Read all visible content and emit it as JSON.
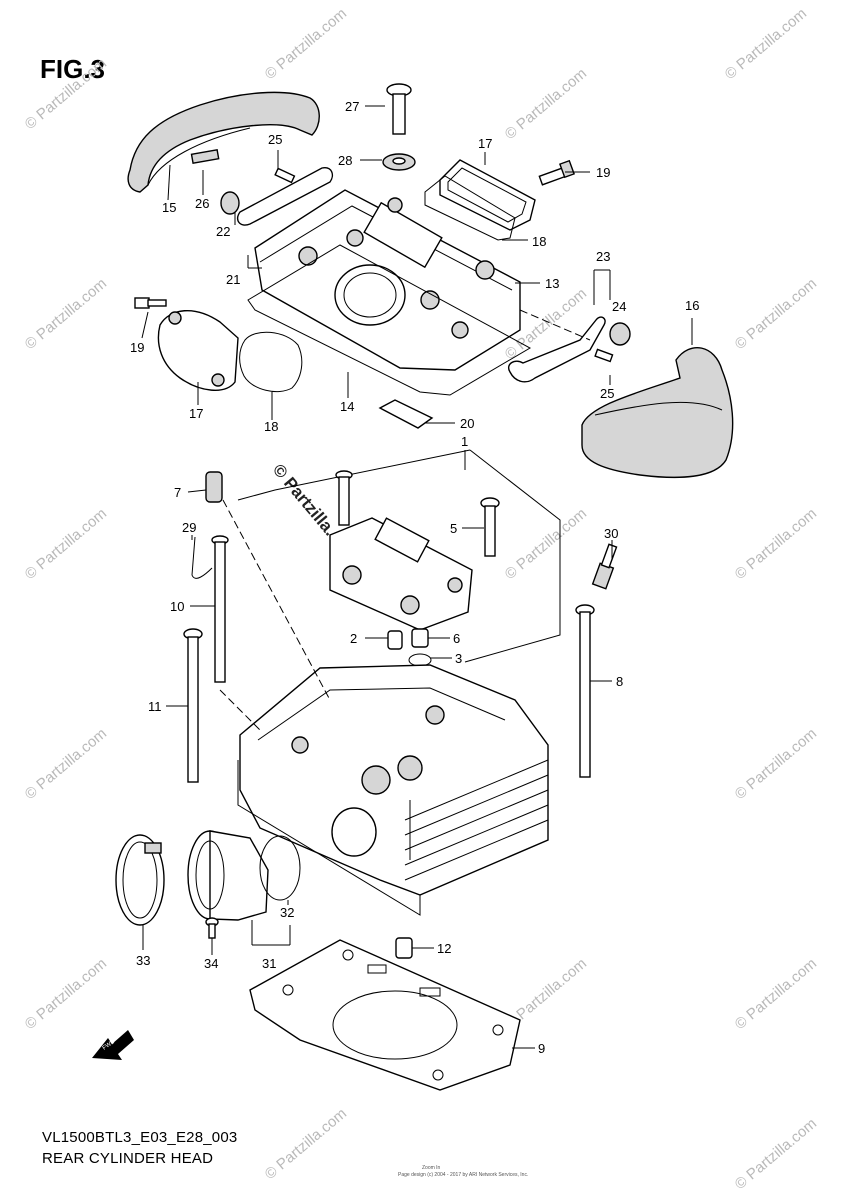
{
  "figure": {
    "title": "FIG.3",
    "code": "VL1500BTL3_E03_E28_003",
    "caption": "REAR CYLINDER HEAD",
    "footer_small_1": "Zoom In",
    "footer_small_2": "Page design (c) 2004 - 2017 by ARI Network Services, Inc."
  },
  "watermark": {
    "text": "© Partzilla.com",
    "center_text": "© Partzilla.com"
  },
  "callouts": {
    "c1": "1",
    "c2": "2",
    "c3": "3",
    "c5": "5",
    "c6": "6",
    "c7": "7",
    "c8": "8",
    "c9": "9",
    "c10": "10",
    "c11": "11",
    "c12": "12",
    "c13": "13",
    "c14": "14",
    "c15": "15",
    "c16": "16",
    "c17a": "17",
    "c17b": "17",
    "c18a": "18",
    "c18b": "18",
    "c19a": "19",
    "c19b": "19",
    "c20": "20",
    "c21": "21",
    "c22": "22",
    "c23": "23",
    "c24": "24",
    "c25a": "25",
    "c25b": "25",
    "c26": "26",
    "c27": "27",
    "c28": "28",
    "c29": "29",
    "c30": "30",
    "c31": "31",
    "c32": "32",
    "c33": "33",
    "c34": "34"
  },
  "icons": {
    "fwd_arrow": "fwd-arrow-icon"
  }
}
